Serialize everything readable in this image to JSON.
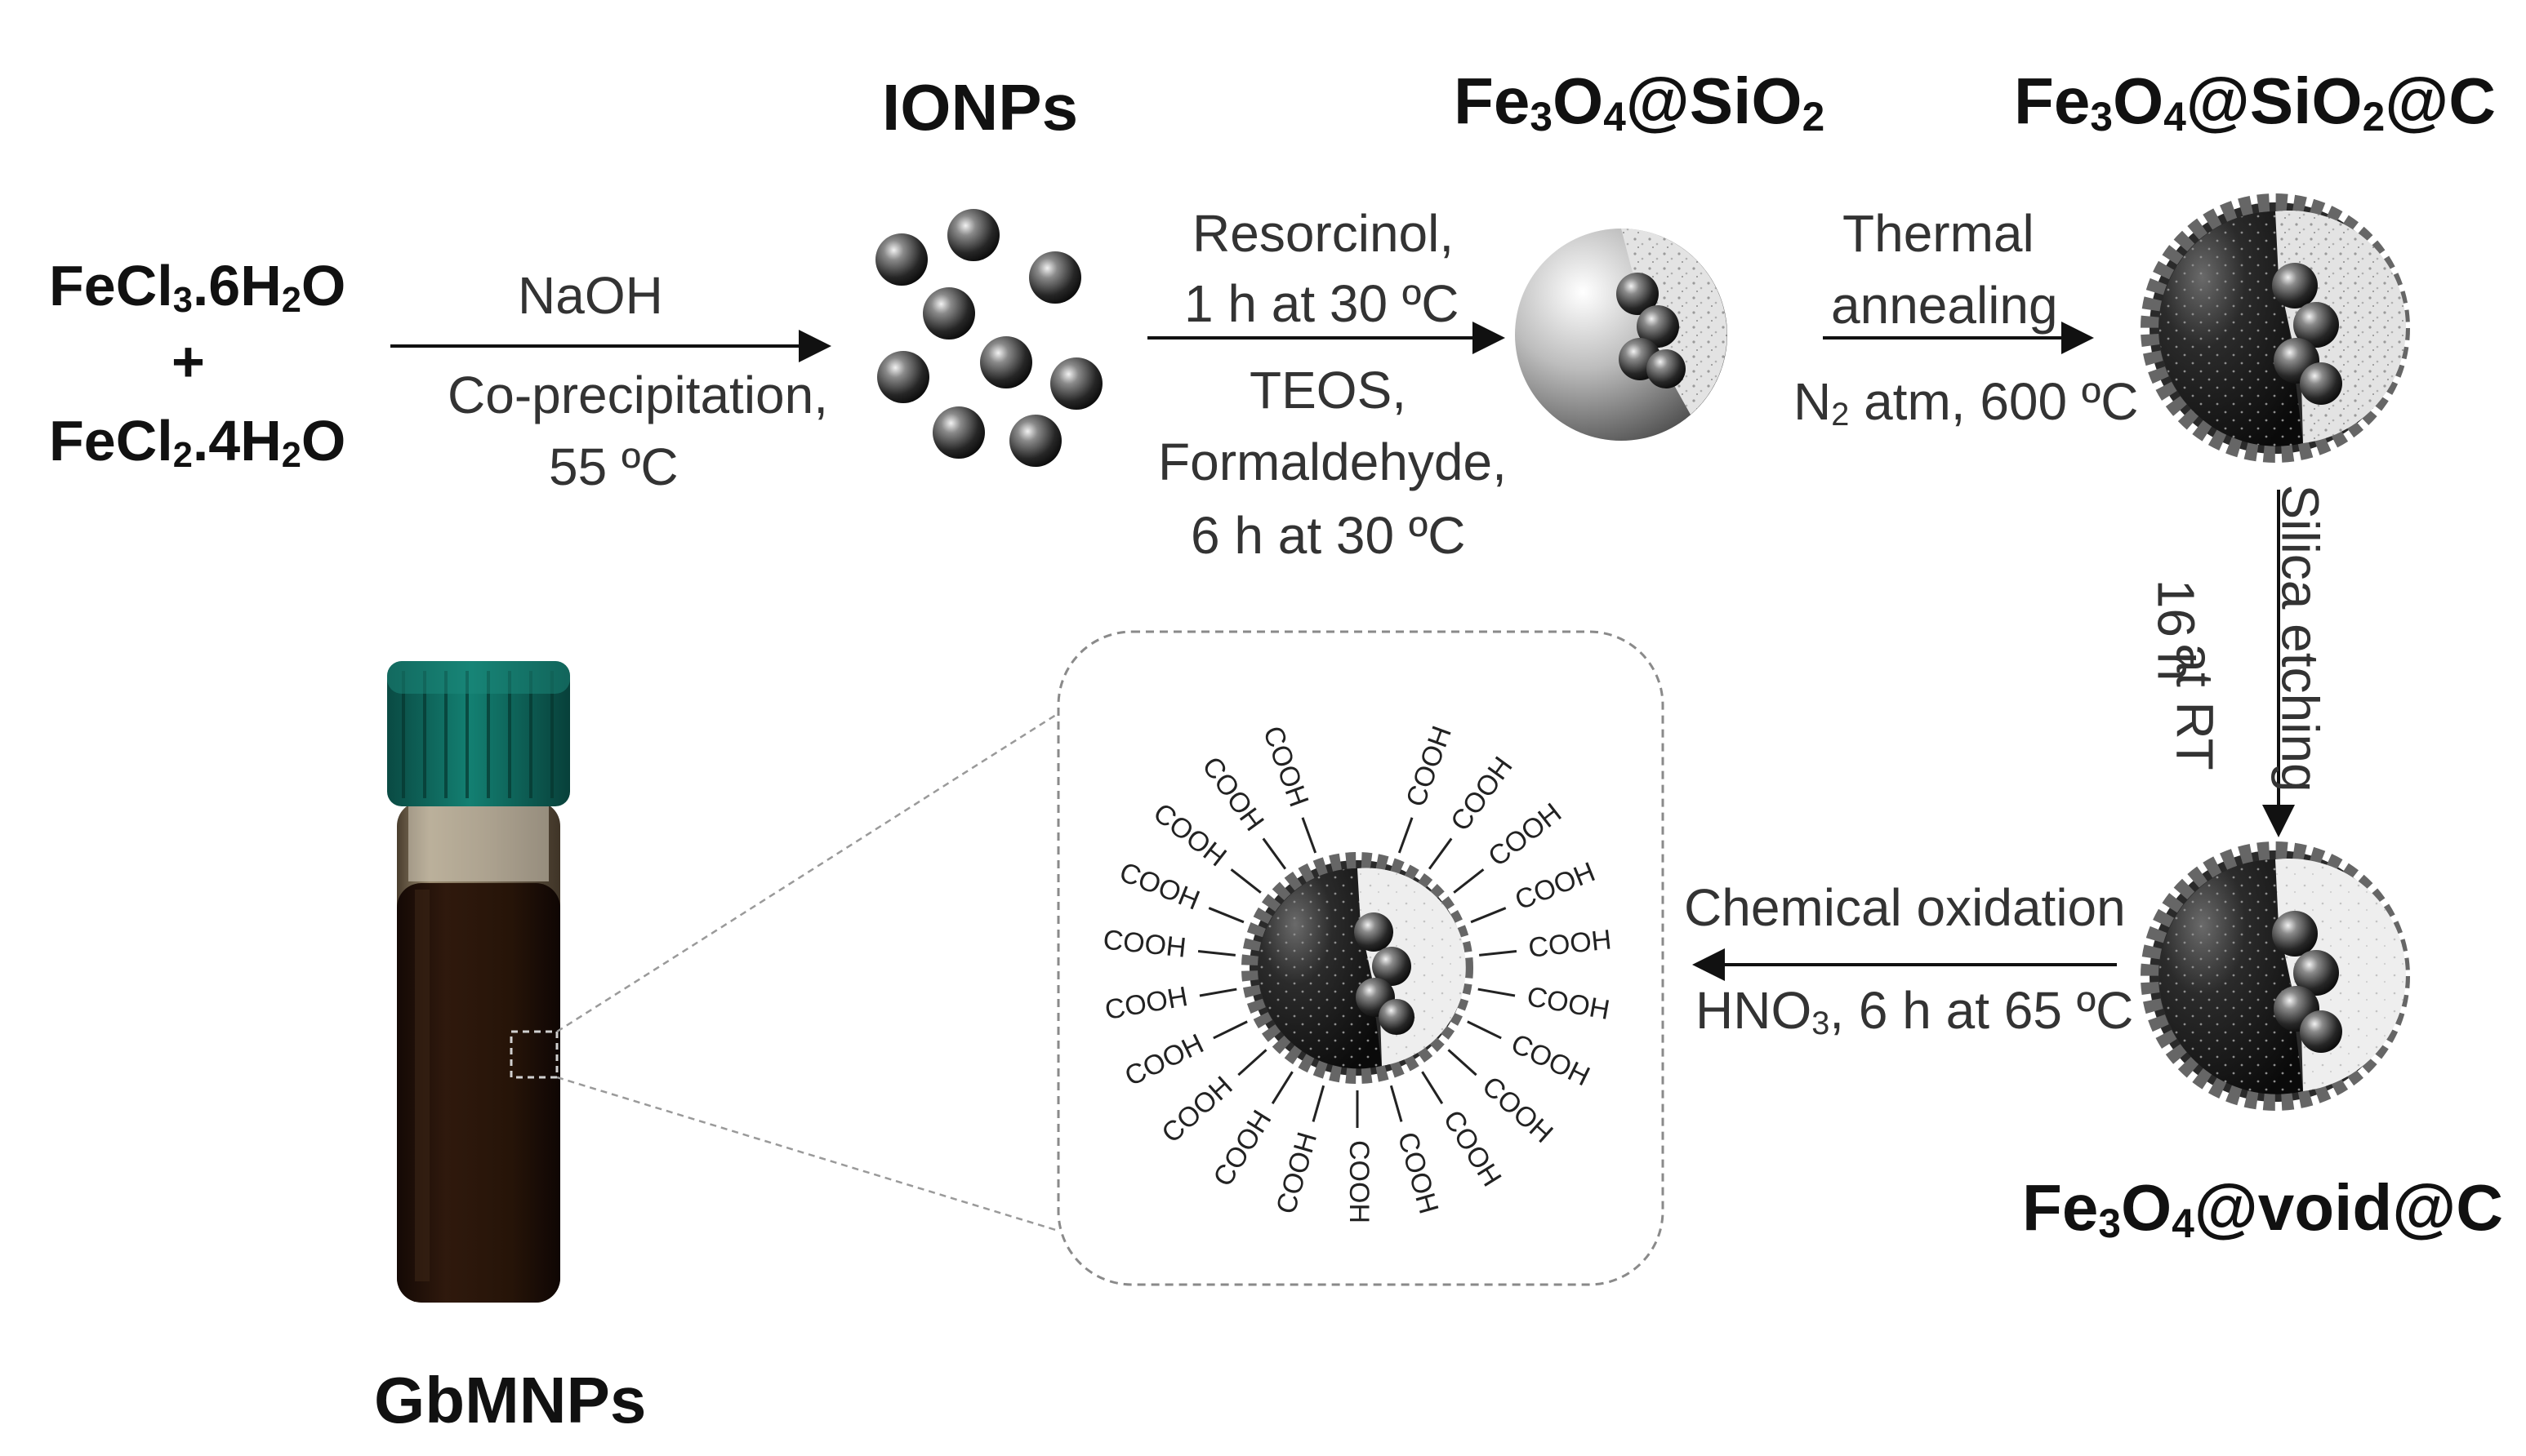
{
  "reactants": {
    "line1": [
      "FeCl",
      "3",
      ".6H",
      "2",
      "O"
    ],
    "plus": "+",
    "line2": [
      "FeCl",
      "2",
      ".4H",
      "2",
      "O"
    ]
  },
  "step1": {
    "top": "NaOH",
    "bottom1": "Co-precipitation,",
    "bottom2": "55 ºC"
  },
  "ionps": {
    "label": "IONPs"
  },
  "step2": {
    "top1": "Resorcinol,",
    "top2": "1 h at 30 ºC",
    "bottom1": "TEOS,",
    "bottom2": "Formaldehyde,",
    "bottom3": "6 h at 30 ºC"
  },
  "fe3o4_sio2": {
    "parts": [
      "Fe",
      "3",
      "O",
      "4",
      "@SiO",
      "2"
    ]
  },
  "step3": {
    "top1": "Thermal",
    "top2": "annealing",
    "bottom": [
      "N",
      "2",
      " atm,  600 ºC"
    ]
  },
  "fe3o4_sio2_c": {
    "parts": [
      "Fe",
      "3",
      "O",
      "4",
      "@SiO",
      "2",
      "@C"
    ]
  },
  "step4": {
    "left1": "16 h",
    "left2": "at RT",
    "right": "Silica etching"
  },
  "fe3o4_void_c": {
    "parts": [
      "Fe",
      "3",
      "O",
      "4",
      "@void@C"
    ]
  },
  "step5": {
    "top": "Chemical oxidation",
    "bottom": [
      "HNO",
      "3",
      ", 6 h at 65 ºC"
    ]
  },
  "gbmnps": {
    "label": "GbMNPs",
    "cooh": "COOH"
  },
  "colors": {
    "cap": "#0f6b60",
    "liquid": "#2a160c",
    "text": "#1a1a1a"
  }
}
